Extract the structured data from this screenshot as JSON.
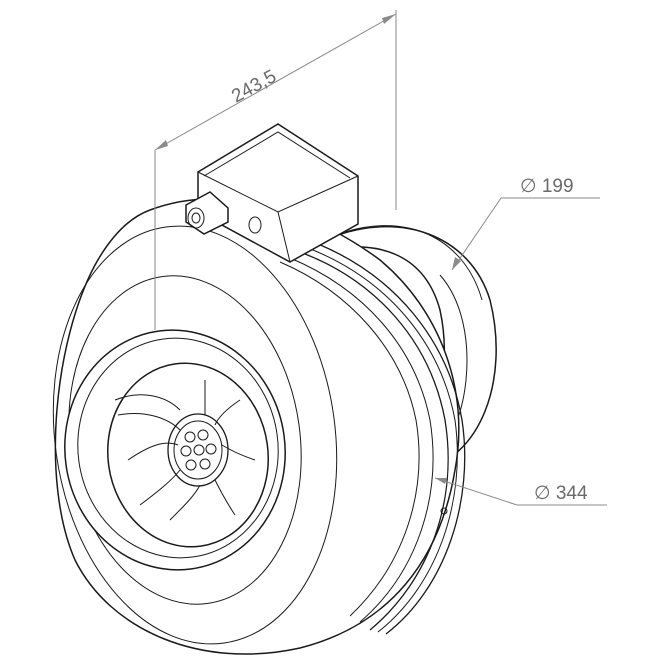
{
  "dimensions": {
    "width_label": "243,5",
    "outlet_diameter_label": "∅ 199",
    "body_diameter_label": "∅ 344"
  },
  "colors": {
    "line": "#1a1a1a",
    "dimension": "#8a8a8a",
    "dimension_text": "#6a6a6a",
    "background": "#ffffff"
  }
}
